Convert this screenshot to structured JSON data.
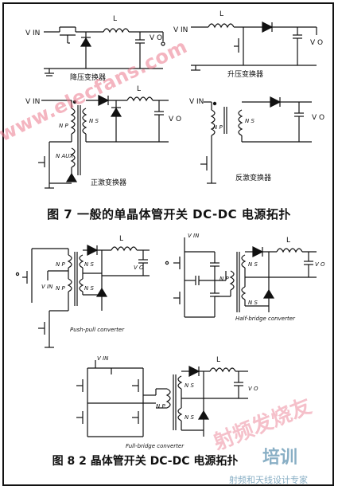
{
  "fig7": {
    "caption": "图 7 一般的单晶体管开关 DC-DC 电源拓扑",
    "buck": {
      "title": "降压变换器",
      "vin": "V IN",
      "l": "L",
      "vo": "V O"
    },
    "boost": {
      "title": "升压变换器",
      "vin": "V IN",
      "l": "L",
      "vo": "V O"
    },
    "forward": {
      "title": "正激变换器",
      "vin": "V IN",
      "np": "N P",
      "ns": "N S",
      "naux": "N AUX",
      "l": "L",
      "vo": "V O"
    },
    "flyback": {
      "title": "反激变换器",
      "vin": "V IN",
      "np": "N P",
      "ns": "N S",
      "vo": "V O"
    }
  },
  "fig8": {
    "caption": "图 8 2 晶体管开关 DC-DC 电源拓扑",
    "pushpull": {
      "title": "Push-pull converter",
      "vin": "V IN",
      "np": "N P",
      "ns": "N S",
      "l": "L",
      "vo": "V O"
    },
    "halfbridge": {
      "title": "Half-bridge converter",
      "vin": "V IN",
      "np": "N P",
      "ns": "N S",
      "l": "L",
      "vo": "V O"
    },
    "fullbridge": {
      "title": "Full-bridge converter",
      "vin": "V IN",
      "np": "N P",
      "ns": "N S",
      "l": "L",
      "vo": "V O"
    }
  },
  "watermarks": {
    "url": "www.elecfans.com",
    "forum": "射频发烧友",
    "training": "培训",
    "training_sub": "射频和天线设计专家"
  }
}
